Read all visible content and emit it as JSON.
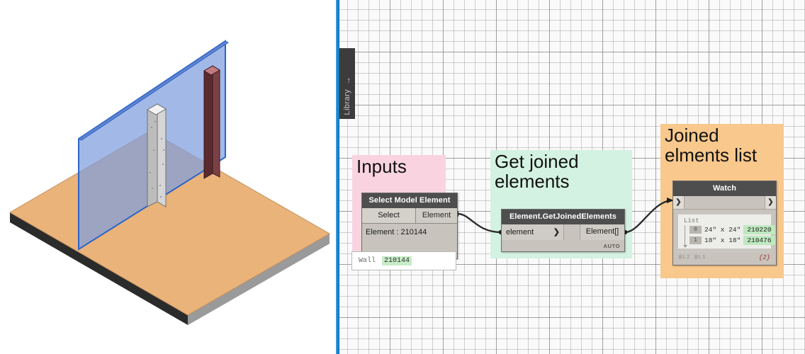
{
  "viewport": {
    "name": "revit-3d-view",
    "elements": [
      {
        "name": "floor-slab",
        "color": "#eab37a"
      },
      {
        "name": "wall",
        "color": "#7e9ede"
      },
      {
        "name": "concrete-column",
        "color": "#c9c9c9"
      },
      {
        "name": "structural-column",
        "color": "#6e3338"
      }
    ]
  },
  "library": {
    "label": "Library",
    "arrow": "→"
  },
  "groups": {
    "inputs": {
      "title": "Inputs",
      "color": "#f9d4e0"
    },
    "joined": {
      "title": "Get joined\nelements",
      "color": "#d4f2e2"
    },
    "list": {
      "title": "Joined\nelments list",
      "color": "#f8c88c"
    }
  },
  "nodes": {
    "select_model_element": {
      "title": "Select Model Element",
      "select_button": "Select",
      "output_port": "Element",
      "value": "Element : 210144"
    },
    "preview_wall": {
      "type": "Wall",
      "id": "210144"
    },
    "get_joined_elements": {
      "title": "Element.GetJoinedElements",
      "input_port": "element",
      "input_chevron": "❯",
      "output_port": "Element[]",
      "lacing": "AUTO"
    },
    "watch": {
      "title": "Watch",
      "left_port": "❯",
      "right_port": "❯",
      "list_label": "List",
      "rows": [
        {
          "index": "0",
          "value": "24\" x 24\"",
          "id": "210220"
        },
        {
          "index": "1",
          "value": "18\" x 18\"",
          "id": "210476"
        }
      ],
      "levels": "@L2 @L1",
      "count": "{2}"
    }
  }
}
